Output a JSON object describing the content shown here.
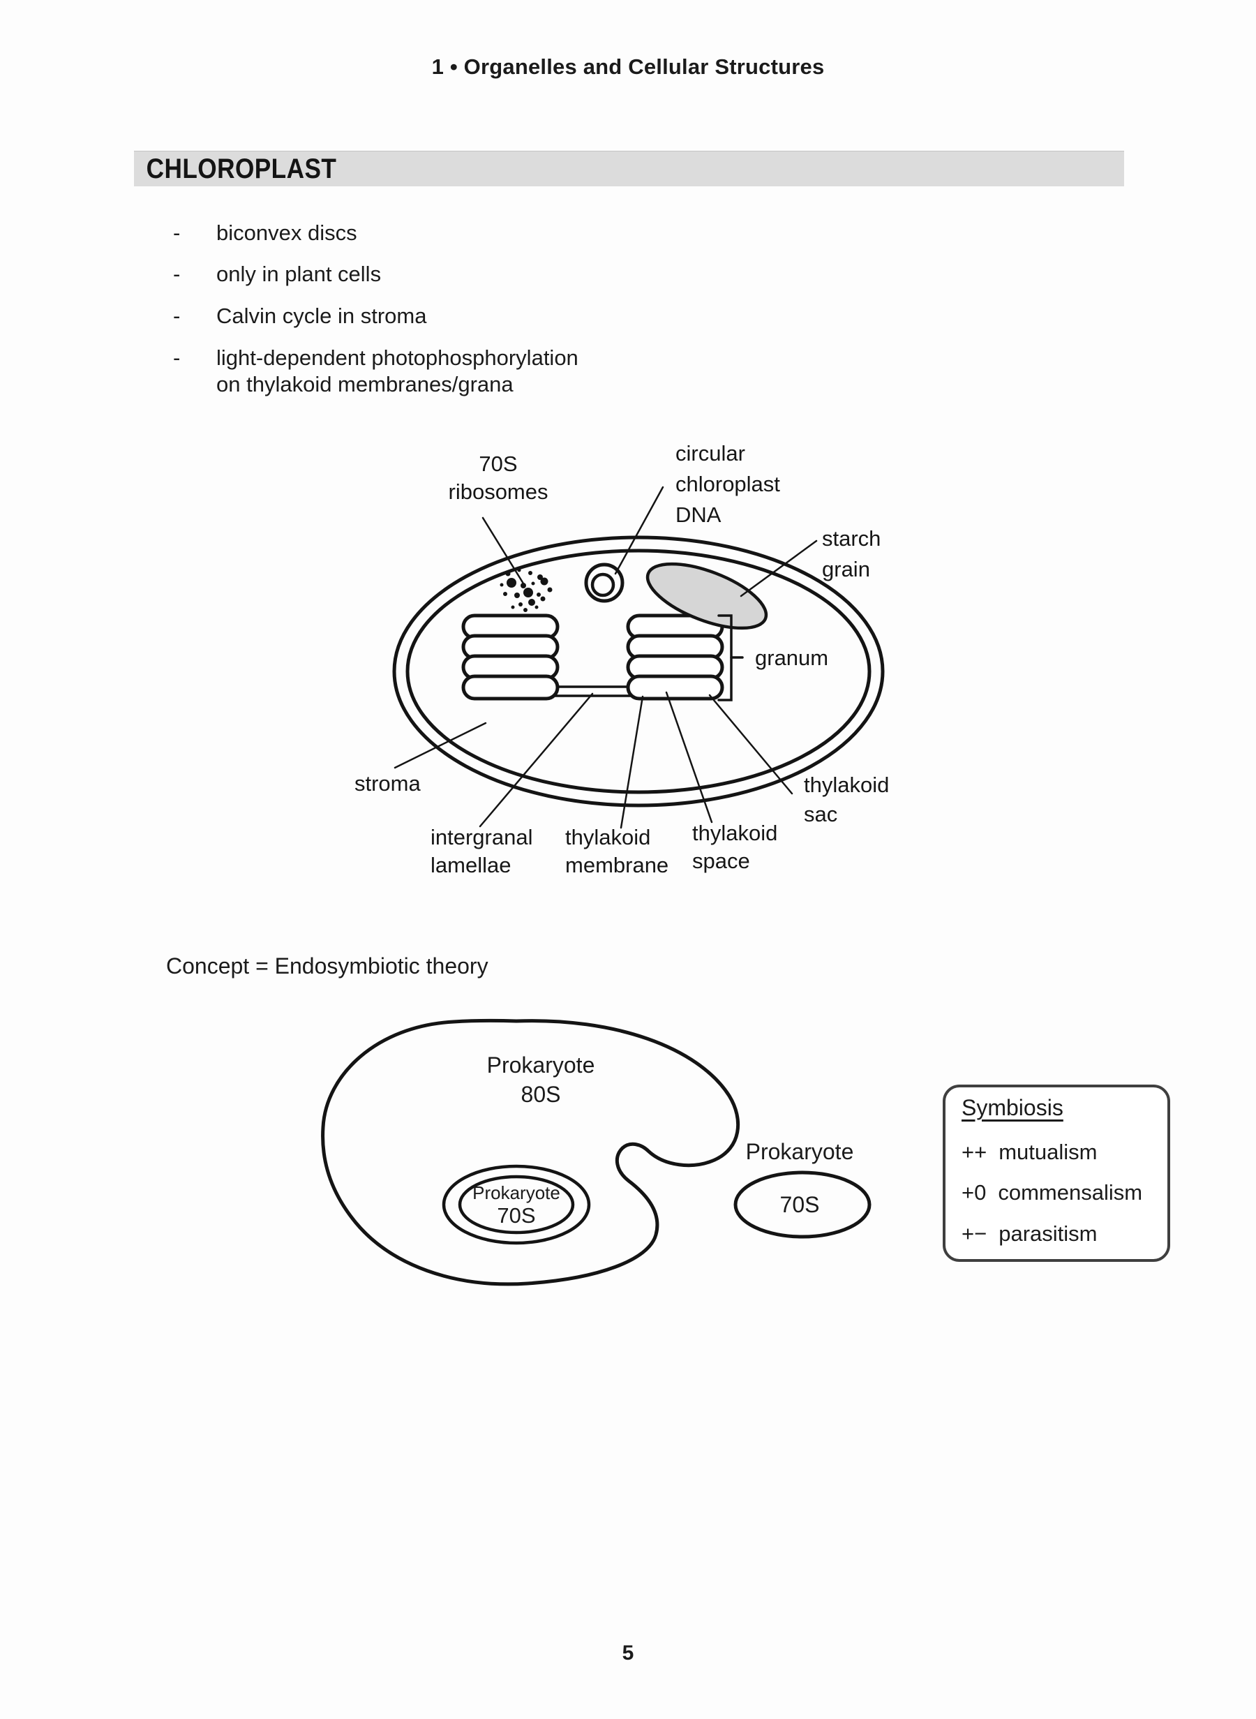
{
  "header": {
    "title": "1 • Organelles and Cellular Structures"
  },
  "section": {
    "title": "CHLOROPLAST",
    "bar_color": "#dcdcdc"
  },
  "bullets": [
    {
      "marker": "-",
      "text": "biconvex discs"
    },
    {
      "marker": "-",
      "text": "only in plant cells"
    },
    {
      "marker": "-",
      "text": "Calvin cycle in stroma"
    },
    {
      "marker": "-",
      "text": "light-dependent photophosphorylation\non thylakoid membranes/grana"
    }
  ],
  "chloroplast_diagram": {
    "labels": {
      "ribosomes": "70S\nribosomes",
      "dna": "circular\nchloroplast\nDNA",
      "starch": "starch\ngrain",
      "granum": "granum",
      "stroma": "stroma",
      "intergranal": "intergranal\nlamellae",
      "membrane": "thylakoid\nmembrane",
      "space": "thylakoid\nspace",
      "sac": "thylakoid\nsac"
    },
    "colors": {
      "ink": "#141414",
      "starch_fill": "#d6d6d6"
    }
  },
  "concept": {
    "text": "Concept = Endosymbiotic theory"
  },
  "endosymbiosis_diagram": {
    "host": {
      "name": "Prokaryote",
      "ribosome": "80S"
    },
    "engulfed": {
      "name": "Prokaryote",
      "ribosome": "70S"
    },
    "free": {
      "name": "Prokaryote",
      "ribosome": "70S"
    }
  },
  "symbiosis_box": {
    "title": "Symbiosis",
    "items": [
      {
        "symbol": "++",
        "label": "mutualism"
      },
      {
        "symbol": "+0",
        "label": "commensalism"
      },
      {
        "symbol": "+−",
        "label": "parasitism"
      }
    ]
  },
  "footer": {
    "page_number": "5"
  }
}
